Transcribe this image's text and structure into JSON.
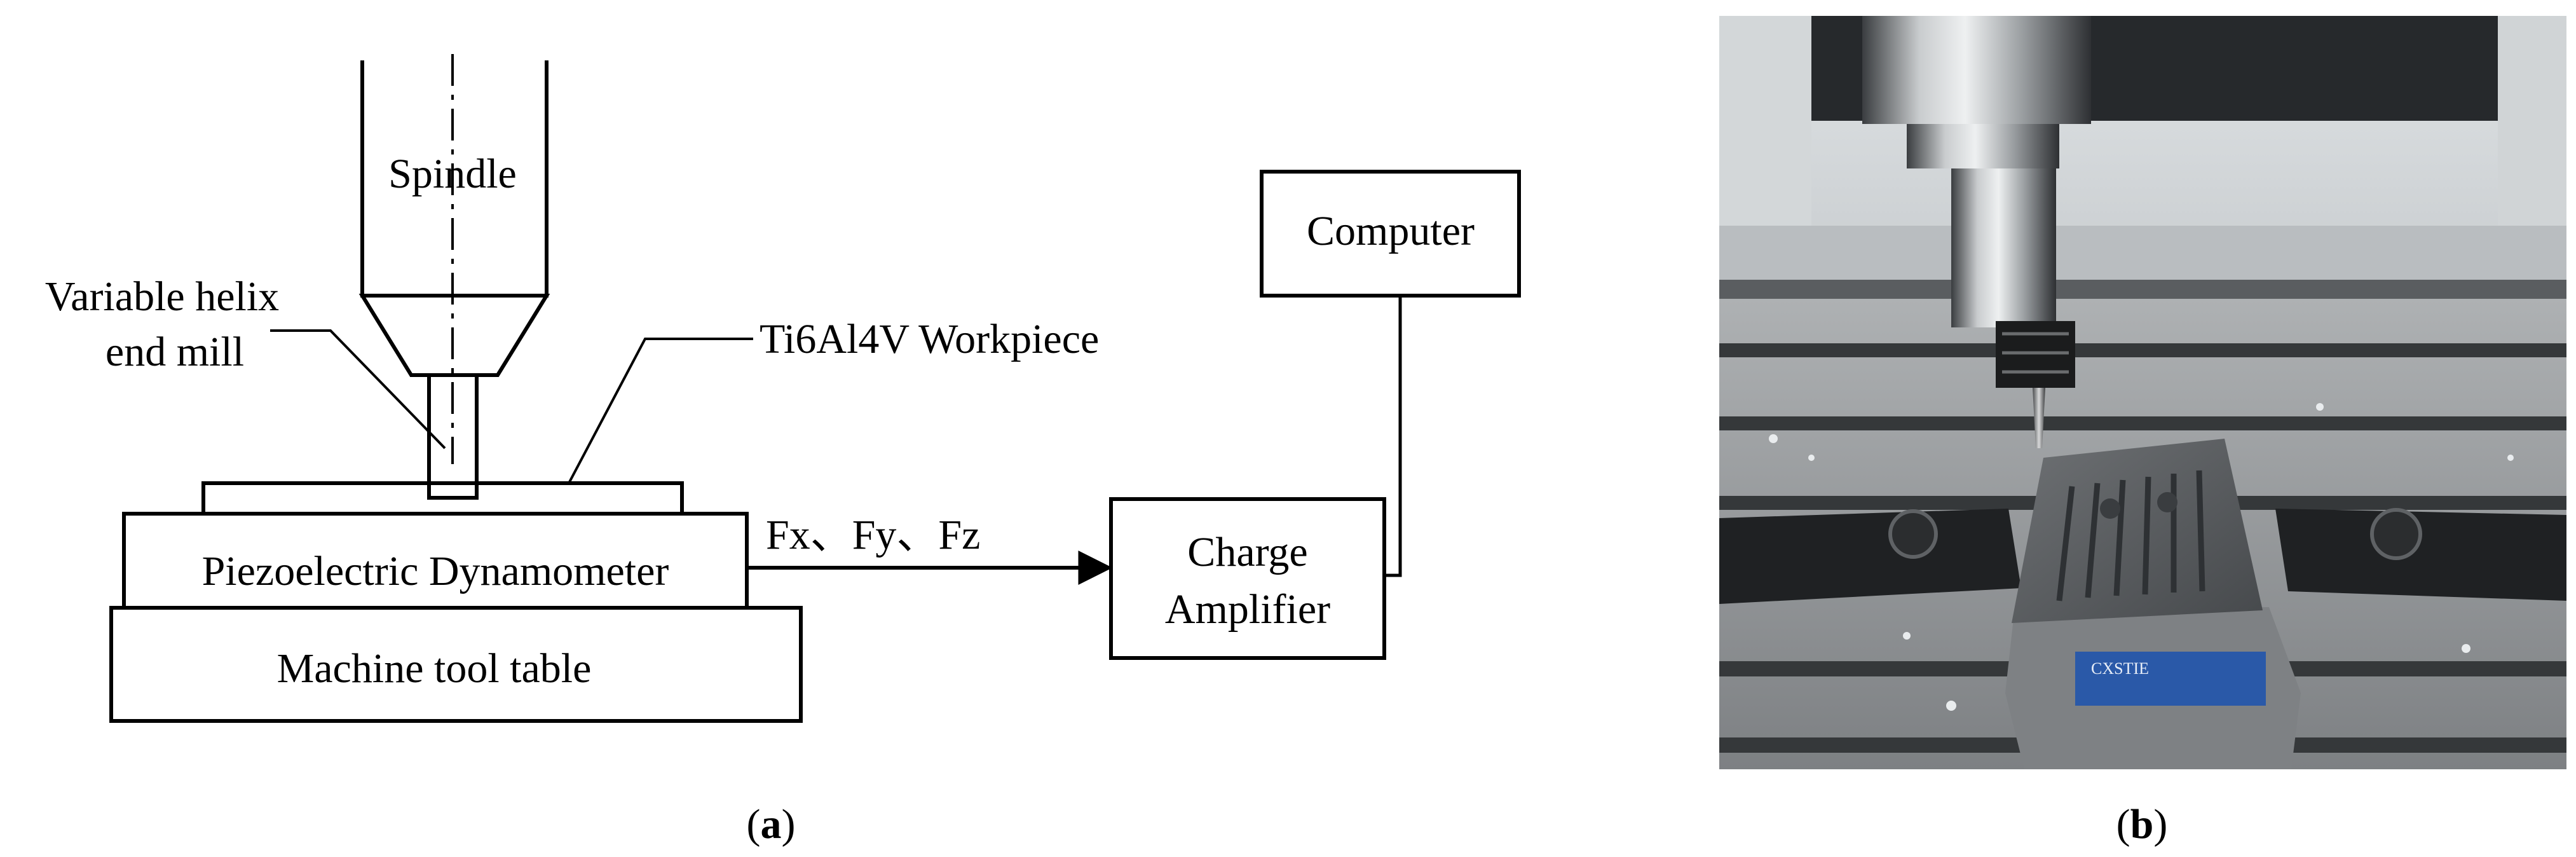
{
  "diagram": {
    "labels": {
      "spindle": "Spindle",
      "end_mill_line1": "Variable helix",
      "end_mill_line2": "end mill",
      "workpiece": "Ti6Al4V Workpiece",
      "dynamometer": "Piezoelectric Dynamometer",
      "table": "Machine tool table",
      "forces": "Fx、Fy、Fz",
      "amplifier_line1": "Charge",
      "amplifier_line2": "Amplifier",
      "computer": "Computer"
    }
  },
  "photo": {
    "plate_text": "CXSTIE"
  },
  "captions": {
    "a_open": "(",
    "a_letter": "a",
    "a_close": ")",
    "b_open": "(",
    "b_letter": "b",
    "b_close": ")"
  }
}
